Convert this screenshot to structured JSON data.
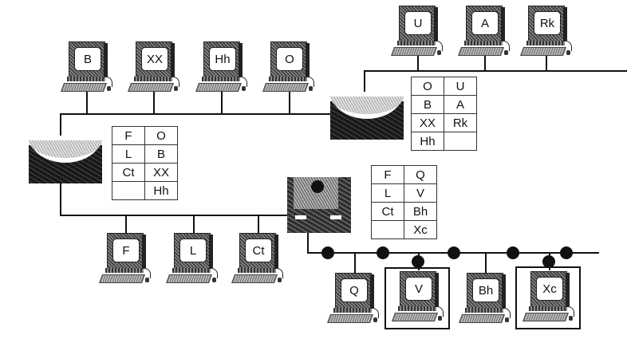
{
  "diagram": {
    "segments": {
      "upper_left": {
        "hosts": [
          "B",
          "XX",
          "Hh",
          "O"
        ]
      },
      "upper_right": {
        "hosts": [
          "U",
          "A",
          "Rk"
        ]
      },
      "lower_left": {
        "hosts": [
          "F",
          "L",
          "Ct"
        ]
      },
      "lower_right": {
        "hosts": [
          "Q",
          "V",
          "Bh",
          "Xc"
        ],
        "highlighted_hosts": [
          "V",
          "Xc"
        ]
      }
    },
    "devices": {
      "bridge_left": "bridge",
      "bridge_right": "bridge",
      "router": "router"
    },
    "tables": {
      "bridge_left": [
        [
          "F",
          "O"
        ],
        [
          "L",
          "B"
        ],
        [
          "Ct",
          "XX"
        ],
        [
          "",
          "Hh"
        ]
      ],
      "bridge_right": [
        [
          "O",
          "U"
        ],
        [
          "B",
          "A"
        ],
        [
          "XX",
          "Rk"
        ],
        [
          "Hh",
          ""
        ]
      ],
      "router": [
        [
          "F",
          "Q"
        ],
        [
          "L",
          "V"
        ],
        [
          "Ct",
          "Bh"
        ],
        [
          "",
          "Xc"
        ]
      ]
    }
  }
}
